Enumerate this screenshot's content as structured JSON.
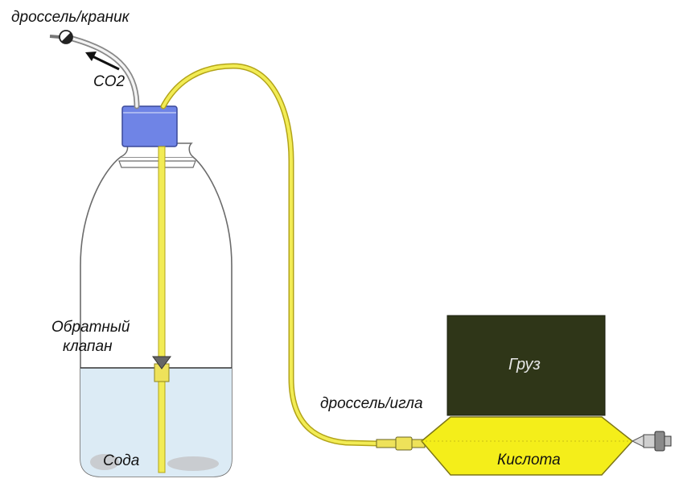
{
  "labels": {
    "throttle_valve": "дроссель/краник",
    "co2": "CO2",
    "check_valve_line1": "Обратный",
    "check_valve_line2": "клапан",
    "soda": "Сода",
    "throttle_needle": "дроссель/игла",
    "weight": "Груз",
    "acid": "Кислота"
  },
  "colors": {
    "tube_yellow": "#f2ec55",
    "tube_yellow_edge": "#b3a418",
    "cap_blue": "#6f84e6",
    "water": "#dcebf5",
    "weight_box": "#2f3618",
    "acid_bag": "#f4ee1a",
    "outline": "#555555"
  }
}
